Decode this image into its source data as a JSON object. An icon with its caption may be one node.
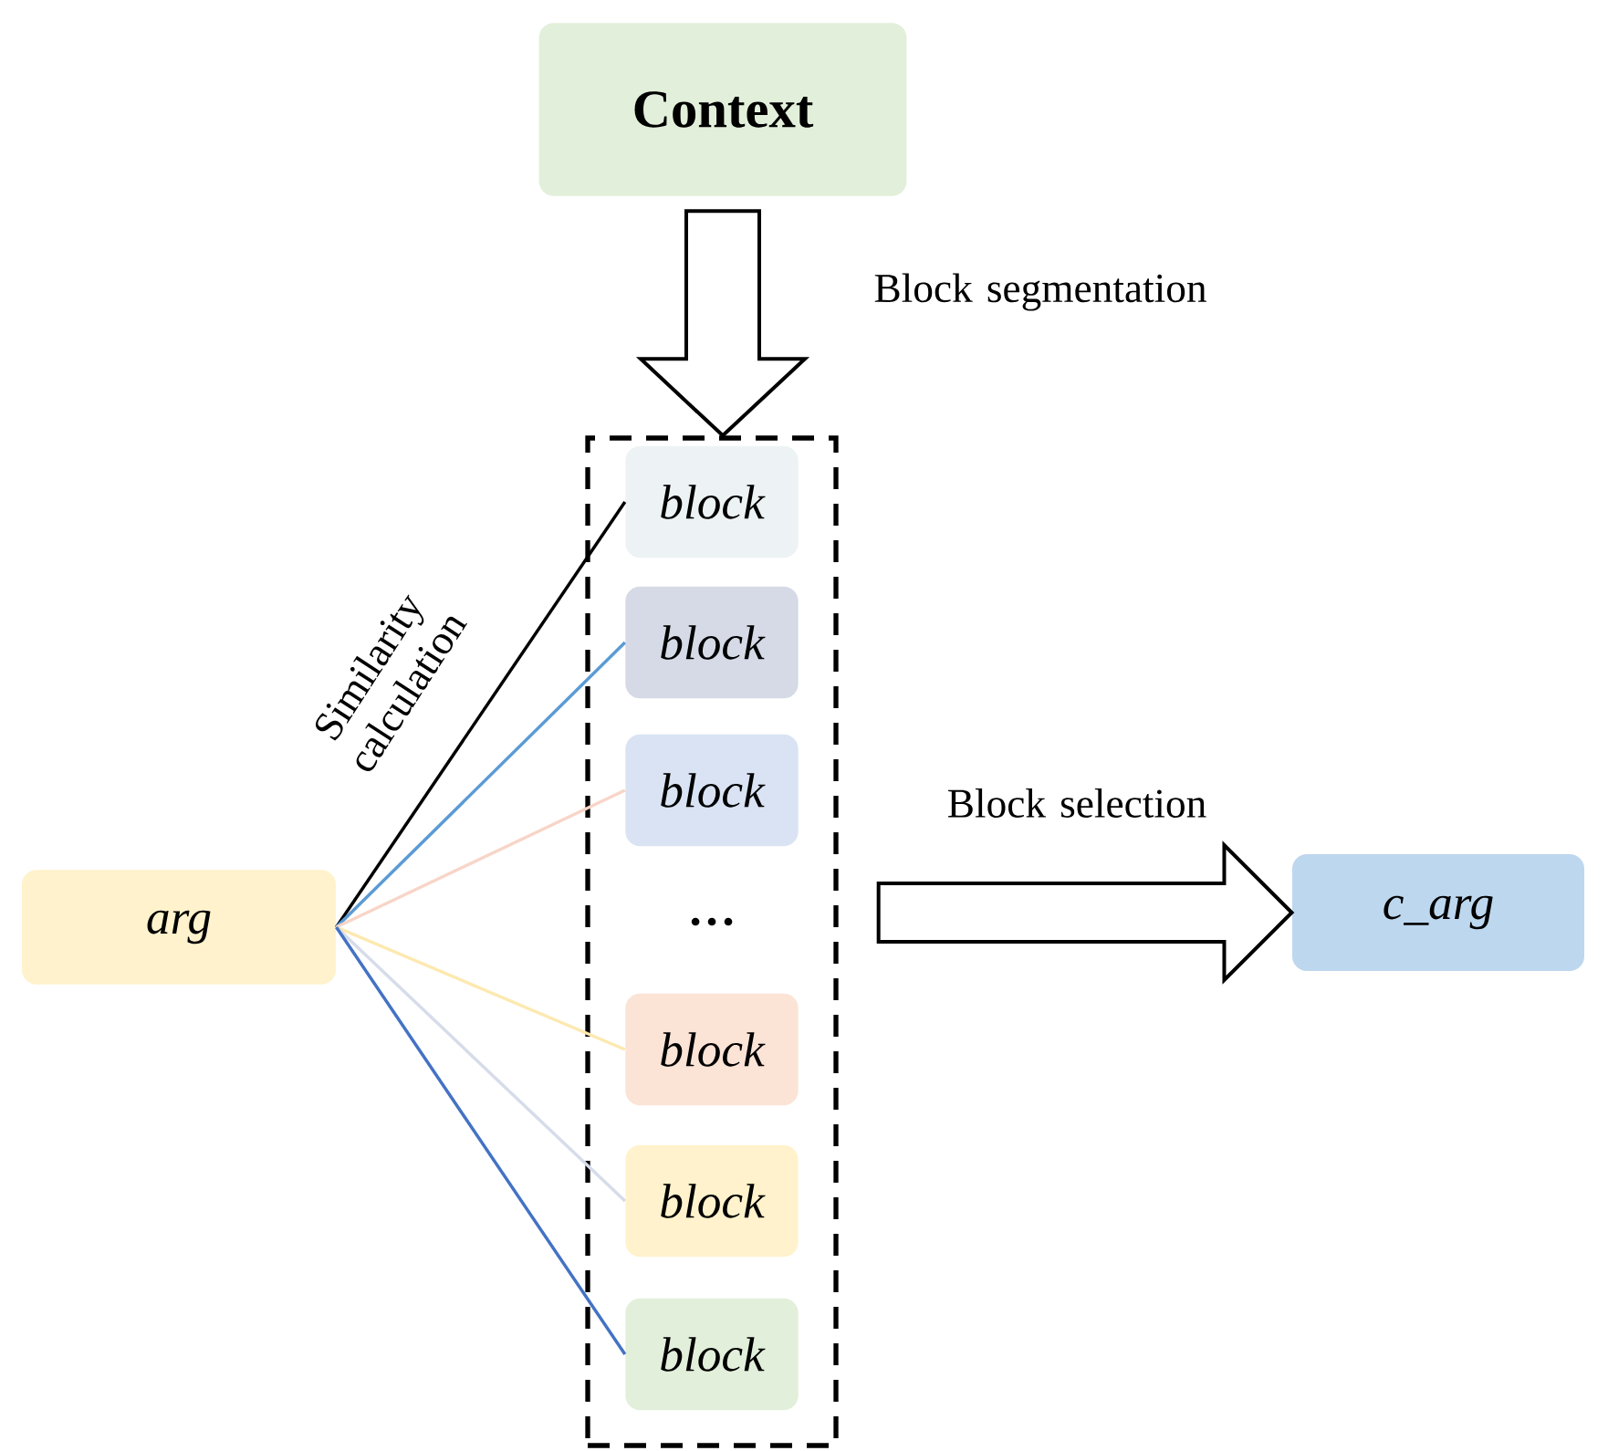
{
  "diagram": {
    "nodes": [
      {
        "text": [
          "Context"
        ]
      },
      {
        "text": [],
        "shape": "box"
      },
      {
        "text": [
          "block"
        ],
        "in": 1
      },
      {
        "text": [
          "block"
        ],
        "in": 1
      },
      {
        "text": [
          "block"
        ],
        "in": 1
      },
      {
        "text": [
          "block"
        ],
        "in": 1
      },
      {
        "text": [
          "block"
        ],
        "in": 1
      },
      {
        "text": [
          "block"
        ],
        "in": 1
      },
      {
        "text": [
          "arg"
        ]
      },
      {
        "text": [
          "c_arg"
        ]
      }
    ],
    "edges": [
      {
        "from": 0,
        "to": 1,
        "arrow": "to",
        "style": "thick",
        "label": "Block segmentation"
      },
      {
        "from": 8,
        "to": 2,
        "arrow": "none",
        "color": "#000000",
        "label": "Similarity calculation"
      },
      {
        "from": 8,
        "to": 3,
        "arrow": "none",
        "color": "#5b9bd5"
      },
      {
        "from": 8,
        "to": 4,
        "arrow": "none",
        "color": "#f8d5c8"
      },
      {
        "from": 8,
        "to": 5,
        "arrow": "none",
        "color": "#fde9b0"
      },
      {
        "from": 8,
        "to": 6,
        "arrow": "none",
        "color": "#d6dce9"
      },
      {
        "from": 8,
        "to": 7,
        "arrow": "none",
        "color": "#4472c4"
      },
      {
        "from": 1,
        "to": 9,
        "arrow": "to",
        "style": "thick",
        "label": "Block selection"
      }
    ],
    "labels": [
      "…"
    ]
  }
}
